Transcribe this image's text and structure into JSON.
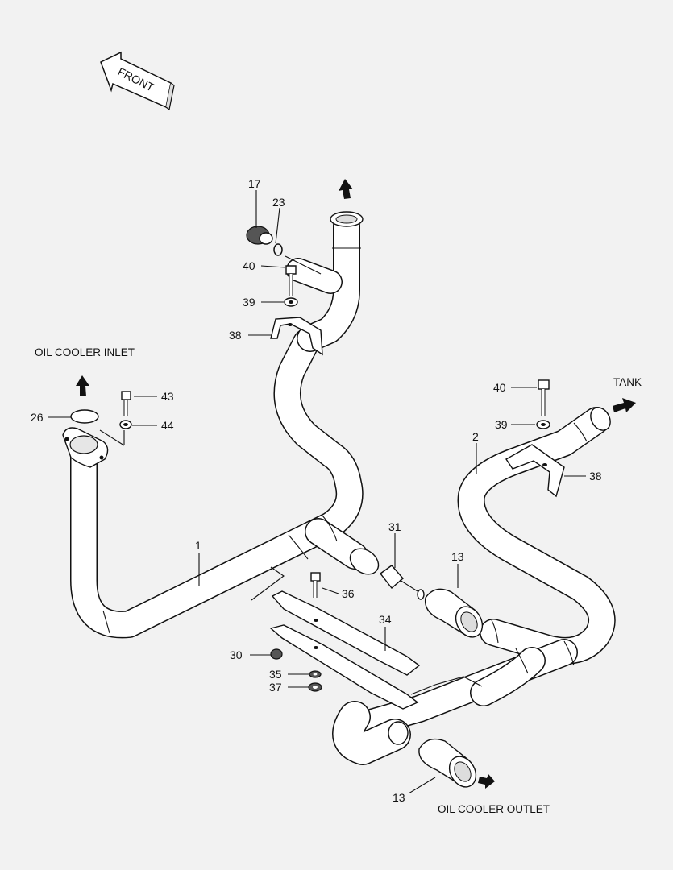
{
  "orientation": {
    "front_label": "FRONT"
  },
  "captions": {
    "oil_cooler_inlet": "OIL COOLER INLET",
    "oil_cooler_outlet": "OIL COOLER OUTLET",
    "tank": "TANK"
  },
  "callouts": {
    "p17": "17",
    "p23": "23",
    "p40a": "40",
    "p39a": "39",
    "p38a": "38",
    "p43": "43",
    "p44": "44",
    "p26": "26",
    "p1": "1",
    "p40b": "40",
    "p39b": "39",
    "p38b": "38",
    "p2": "2",
    "p31": "31",
    "p13a": "13",
    "p36": "36",
    "p34": "34",
    "p30": "30",
    "p35": "35",
    "p37": "37",
    "p13b": "13"
  }
}
